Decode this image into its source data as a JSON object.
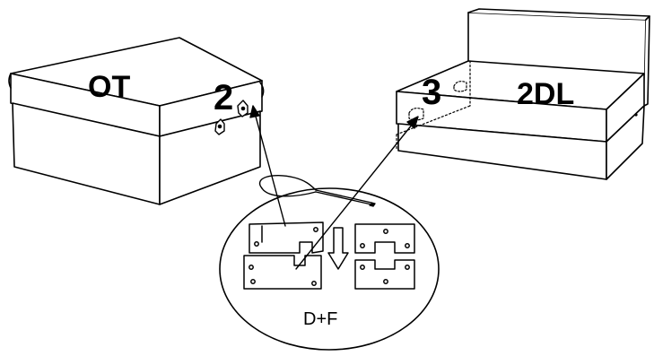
{
  "labels": {
    "ottoman": "OT",
    "step_ottoman": "2",
    "step_sofa": "3",
    "sofa": "2DL",
    "connector": "D+F"
  },
  "colors": {
    "stroke": "#000000",
    "fill": "#ffffff"
  },
  "icons": {
    "connector_bracket": "bracket-icon",
    "pliers": "pliers-icon",
    "slide_down_arrow": "down-arrow-icon"
  }
}
